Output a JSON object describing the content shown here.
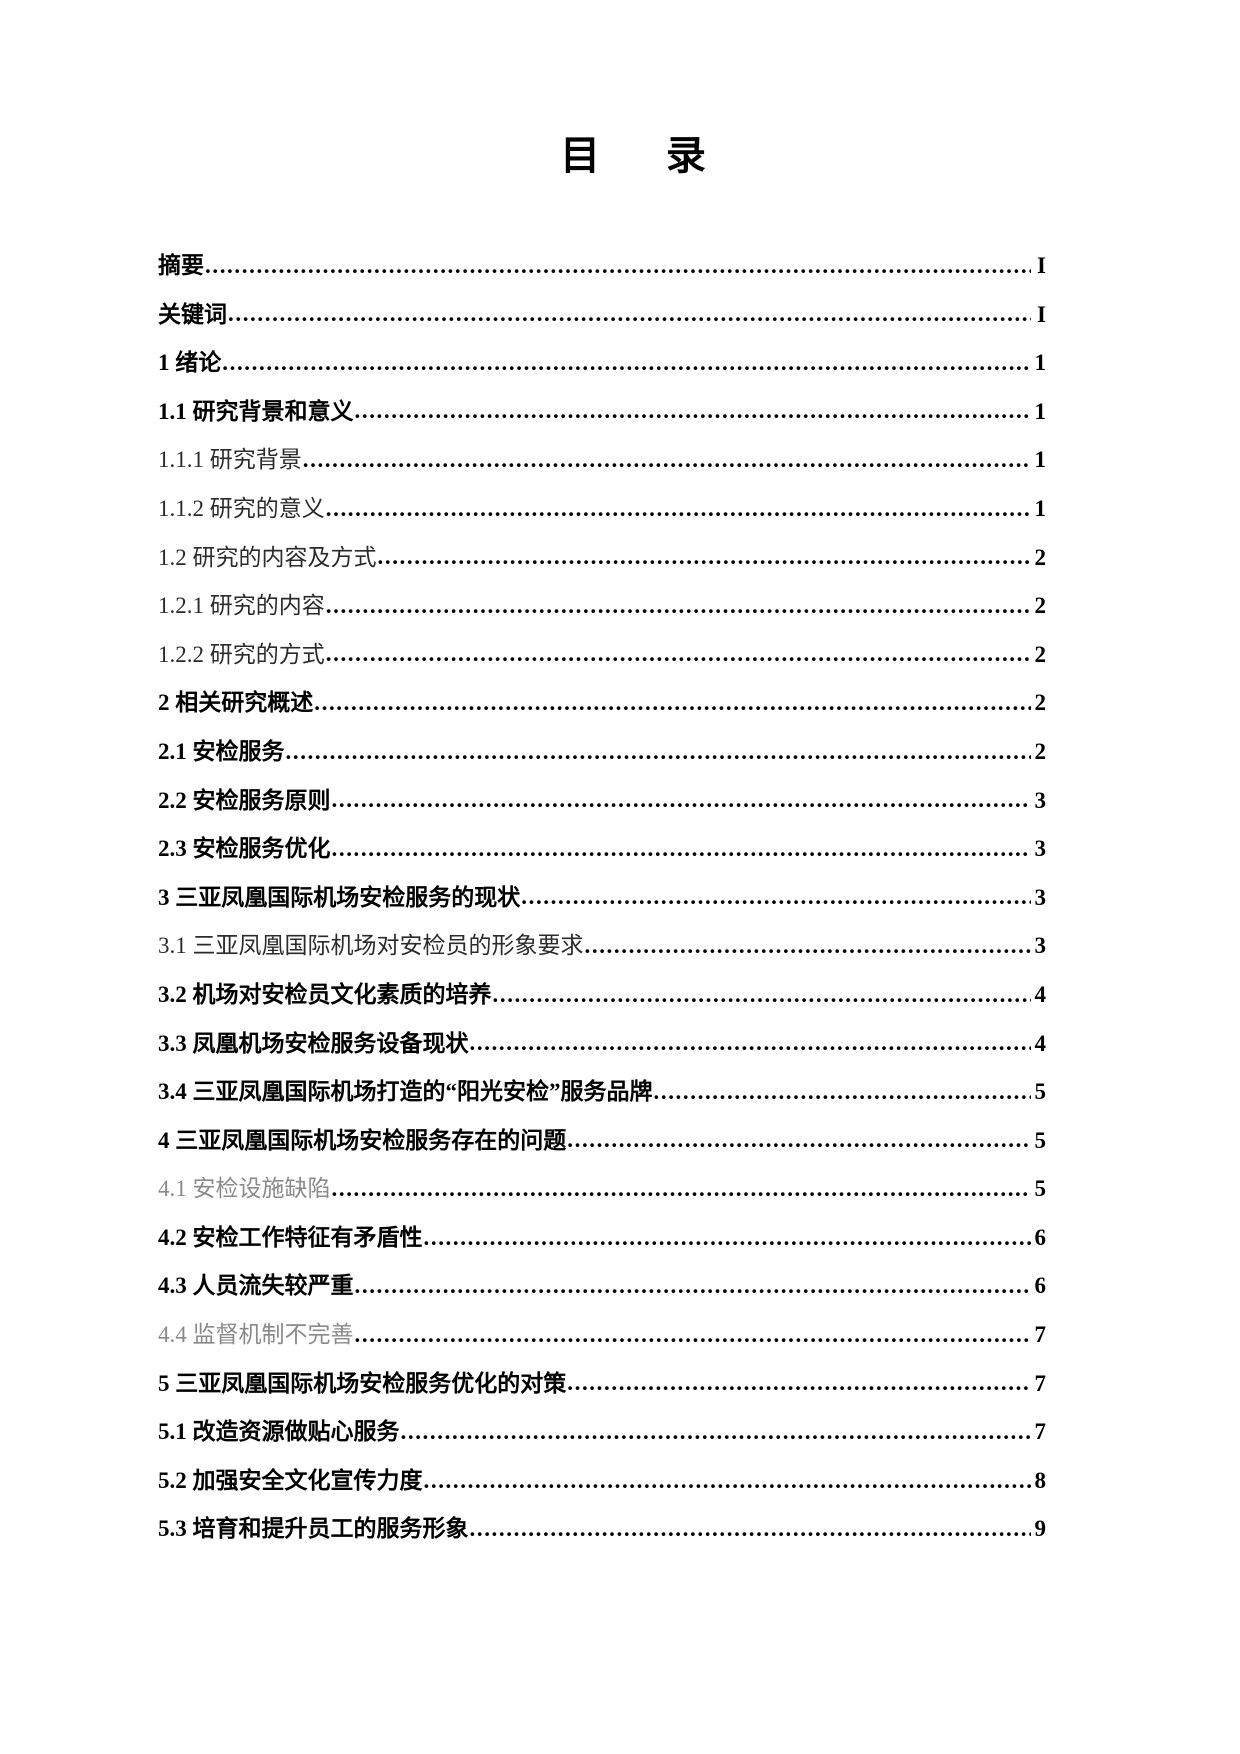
{
  "document": {
    "title": "目    录",
    "title_plain": "目录"
  },
  "toc": {
    "entries": [
      {
        "label": "摘要",
        "page": "I",
        "style": "bold"
      },
      {
        "label": "关键词",
        "page": "I",
        "style": "bold"
      },
      {
        "label": "1 绪论",
        "page": "1",
        "style": "bold"
      },
      {
        "label": "1.1 研究背景和意义",
        "page": "1",
        "style": "bold"
      },
      {
        "label": "1.1.1 研究背景",
        "page": "1",
        "style": "regular"
      },
      {
        "label": "1.1.2 研究的意义",
        "page": "1",
        "style": "regular"
      },
      {
        "label": "1.2  研究的内容及方式",
        "page": "2",
        "style": "regular"
      },
      {
        "label": "1.2.1 研究的内容",
        "page": "2",
        "style": "regular"
      },
      {
        "label": "1.2.2 研究的方式",
        "page": "2",
        "style": "regular"
      },
      {
        "label": "2 相关研究概述",
        "page": "2",
        "style": "bold"
      },
      {
        "label": "2.1 安检服务",
        "page": "2",
        "style": "bold"
      },
      {
        "label": "2.2 安检服务原则",
        "page": "3",
        "style": "bold"
      },
      {
        "label": "2.3 安检服务优化",
        "page": "3",
        "style": "bold"
      },
      {
        "label": "3 三亚凤凰国际机场安检服务的现状",
        "page": "3",
        "style": "bold"
      },
      {
        "label": "3.1 三亚凤凰国际机场对安检员的形象要求",
        "page": "3",
        "style": "regular"
      },
      {
        "label": "3.2 机场对安检员文化素质的培养",
        "page": "4",
        "style": "bold"
      },
      {
        "label": "3.3 凤凰机场安检服务设备现状",
        "page": "4",
        "style": "bold"
      },
      {
        "label": "3.4 三亚凤凰国际机场打造的“阳光安检”服务品牌",
        "page": "5",
        "style": "bold"
      },
      {
        "label": "4 三亚凤凰国际机场安检服务存在的问题",
        "page": "5",
        "style": "bold"
      },
      {
        "label": "4.1 安检设施缺陷",
        "page": "5",
        "style": "light"
      },
      {
        "label": "4.2 安检工作特征有矛盾性",
        "page": "6",
        "style": "bold"
      },
      {
        "label": "4.3 人员流失较严重",
        "page": "6",
        "style": "bold"
      },
      {
        "label": "4.4 监督机制不完善",
        "page": "7",
        "style": "light"
      },
      {
        "label": "5 三亚凤凰国际机场安检服务优化的对策",
        "page": "7",
        "style": "bold"
      },
      {
        "label": "5.1 改造资源做贴心服务",
        "page": "7",
        "style": "bold"
      },
      {
        "label": "5.2 加强安全文化宣传力度",
        "page": "8",
        "style": "bold"
      },
      {
        "label": "5.3 培育和提升员工的服务形象",
        "page": "9",
        "style": "bold"
      }
    ]
  },
  "colors": {
    "text": "#000000",
    "light_text": "#8a8a8a",
    "background": "#ffffff"
  }
}
